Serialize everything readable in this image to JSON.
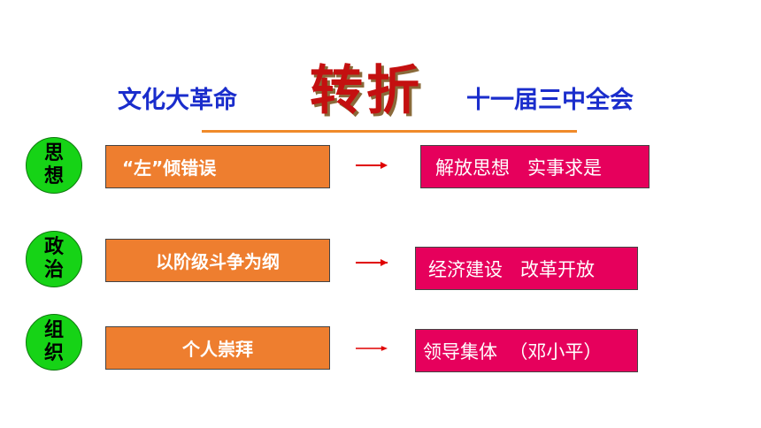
{
  "header": {
    "left": "文化大革命",
    "center": "转折",
    "right": "十一届三中全会"
  },
  "rows": [
    {
      "category": "思想",
      "before": "“左”倾错误",
      "after": "解放思想   实事求是"
    },
    {
      "category": "政治",
      "before": "以阶级斗争为纲",
      "after": "经济建设   改革开放"
    },
    {
      "category": "组织",
      "before": "个人崇拜",
      "after": "领导集体  （邓小平）"
    }
  ],
  "colors": {
    "header_text": "#1a2dcc",
    "title_red": "#c41010",
    "rule": "#f08a2a",
    "circle": "#16d316",
    "orange_box": "#ee7e2f",
    "pink_box": "#e6005c",
    "arrow": "#e00000"
  }
}
